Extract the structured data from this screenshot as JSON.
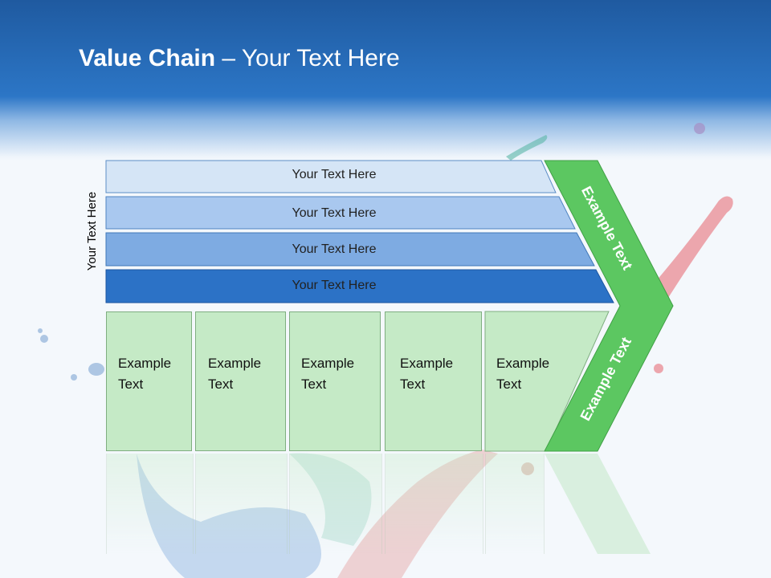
{
  "title": {
    "bold": "Value Chain",
    "rest": " – Your Text Here"
  },
  "side_label": "Your Text Here",
  "bars": [
    {
      "label": "Your Text Here",
      "color": "#d5e5f6"
    },
    {
      "label": "Your Text Here",
      "color": "#a9c8ef"
    },
    {
      "label": "Your Text Here",
      "color": "#7eabe2"
    },
    {
      "label": "Your Text Here",
      "color": "#2c72c6"
    }
  ],
  "boxes": [
    {
      "line1": "Example",
      "line2": "Text"
    },
    {
      "line1": "Example",
      "line2": "Text"
    },
    {
      "line1": "Example",
      "line2": "Text"
    },
    {
      "line1": "Example",
      "line2": "Text"
    },
    {
      "line1": "Example",
      "line2": "Text"
    }
  ],
  "chevron": {
    "upper_label": "Example Text",
    "lower_label": "Example Text",
    "color": "#5cc761"
  },
  "colors": {
    "header": "#2c76c6",
    "box_fill": "#c5eac6",
    "chevron": "#5cc761"
  }
}
